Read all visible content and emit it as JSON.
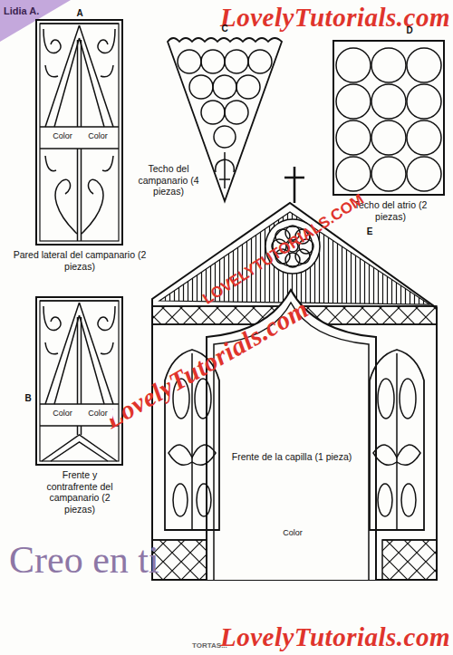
{
  "diagram": {
    "title": "Creo en ti",
    "labels": [
      "Lidia A.",
      "LovelyTutorials.com",
      "A",
      "C",
      "D",
      "Techo del campanario (4 piezas)",
      "Techo del atrio (2 piezas)",
      "Color",
      "Color",
      "Pared lateral del campanario (2 piezas)",
      "LOVELYTUTORIALS.COM",
      "E",
      "LovelyTutorials.com",
      "Color",
      "Color",
      "B",
      "Frente y contrafrente del campanario (2 piezas)",
      "Frente de la capilla (1 pieza)",
      "Color",
      "TORTAS...",
      "LovelyTutorials.com"
    ]
  }
}
